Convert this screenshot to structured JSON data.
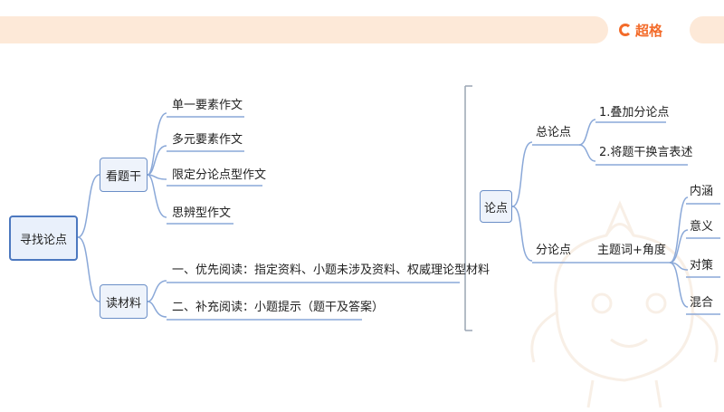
{
  "brand": {
    "name": "超格"
  },
  "mindmap_left": {
    "root": "寻找论点",
    "branches": [
      {
        "label": "看题干",
        "children": [
          "单一要素作文",
          "多元要素作文",
          "限定分论点型作文",
          "思辨型作文"
        ]
      },
      {
        "label": "读材料",
        "children": [
          "一、优先阅读：指定资料、小题未涉及资料、权威理论型材料",
          "二、补充阅读：小题提示（题干及答案）"
        ]
      }
    ]
  },
  "mindmap_right": {
    "root": "论点",
    "total": {
      "label": "总论点",
      "children": [
        "1.叠加分论点",
        "2.将题干换言表述"
      ]
    },
    "sub": {
      "label": "分论点",
      "topic": "主题词+角度",
      "children": [
        "内涵",
        "意义",
        "对策",
        "混合"
      ]
    }
  },
  "colors": {
    "accent": "#f36b2a",
    "node_border": "#6b8fc7",
    "line": "#8aa8d8",
    "banner": "#fde9d8"
  }
}
